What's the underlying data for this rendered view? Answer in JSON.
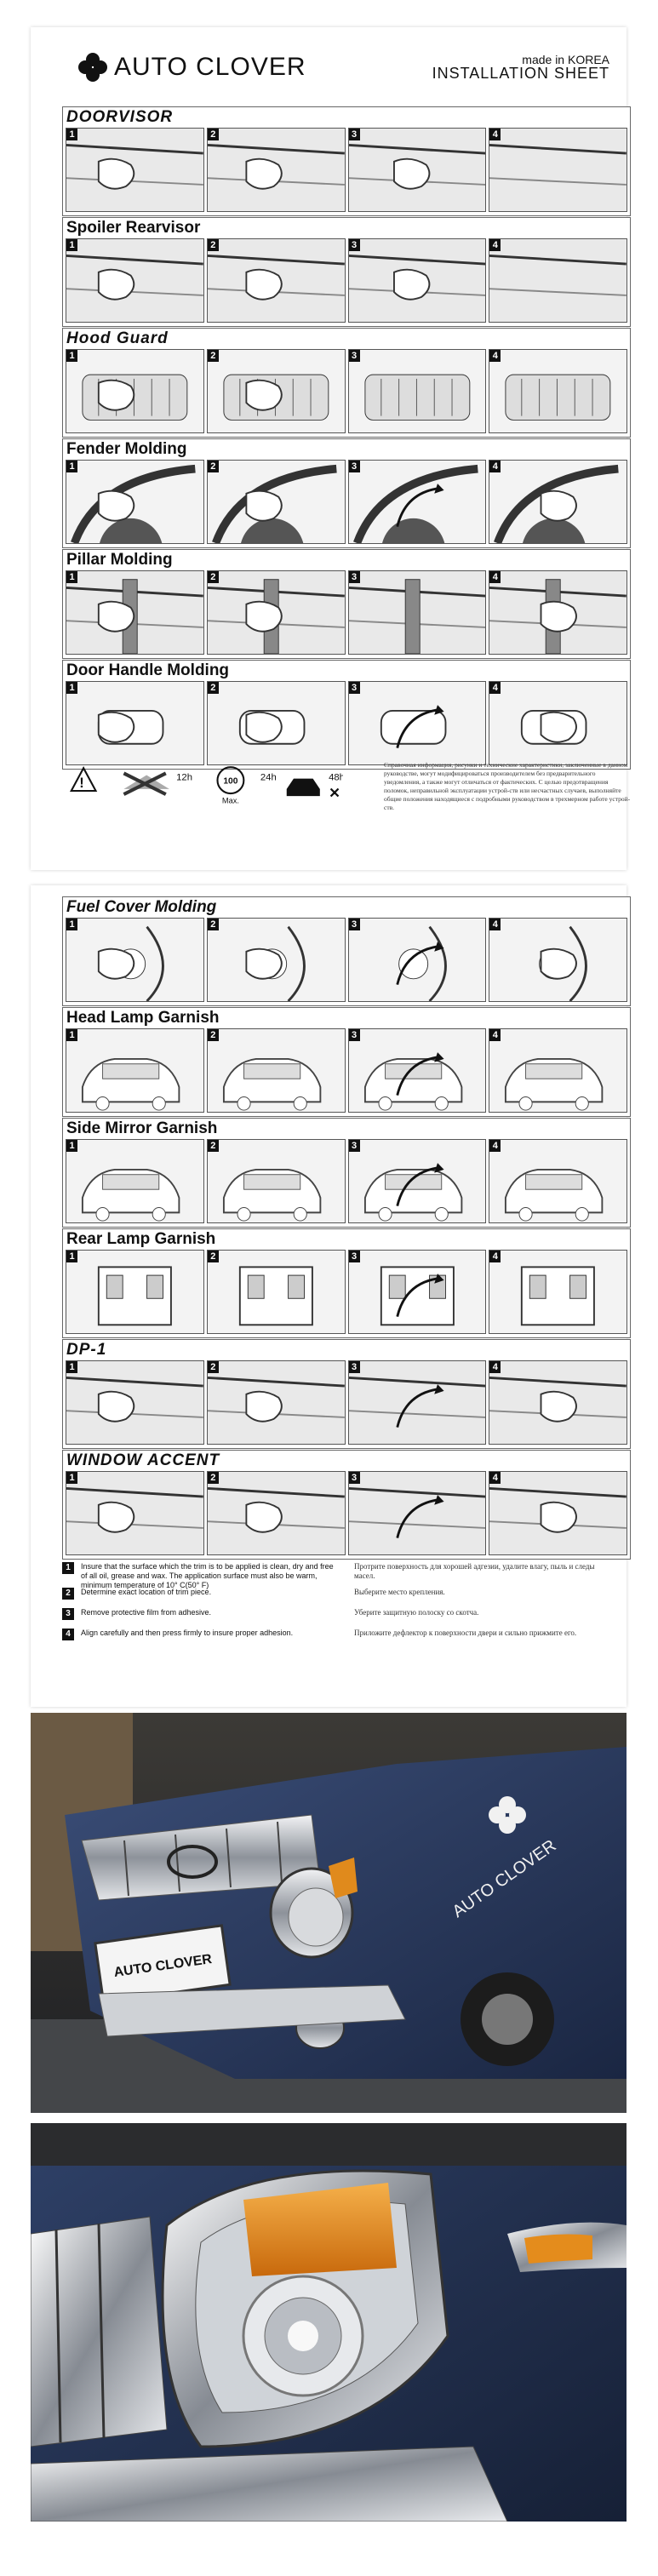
{
  "header": {
    "brand": "AUTO CLOVER",
    "made_in": "made in KOREA",
    "sheet_title": "INSTALLATION SHEET"
  },
  "sheet1": {
    "sections": [
      {
        "title": "DOORVISOR",
        "steps": [
          "1",
          "2",
          "3",
          "4"
        ]
      },
      {
        "title": "Spoiler Rearvisor",
        "steps": [
          "1",
          "2",
          "3",
          "4"
        ]
      },
      {
        "title": "Hood Guard",
        "steps": [
          "1",
          "2",
          "3",
          "4"
        ]
      },
      {
        "title": "Fender Molding",
        "steps": [
          "1",
          "2",
          "3",
          "4"
        ]
      },
      {
        "title": "Pillar Molding",
        "steps": [
          "1",
          "2",
          "3",
          "4"
        ]
      },
      {
        "title": "Door Handle Molding",
        "steps": [
          "1",
          "2",
          "3",
          "4"
        ]
      }
    ],
    "warnings": {
      "time1": "12h",
      "time2": "24h",
      "time3": "48h",
      "max_label": "Max.",
      "speed": "100"
    },
    "ru_text": "Справочная информация, рисунки и технические характеристики, заключенные в данном руководстве, могут модифицироваться производителем без предварительного уведомления, а также могут отличаться от фактических. С целью предотвращения поломок, неправильной эксплуатации устрой-ств или несчастных случаев, выполняйте общие положения находящиеся с подробными руководством в трехмерном работе устрой-ств."
  },
  "sheet2": {
    "sections": [
      {
        "title": "Fuel Cover Molding",
        "steps": [
          "1",
          "2",
          "3",
          "4"
        ]
      },
      {
        "title": "Head Lamp Garnish",
        "steps": [
          "1",
          "2",
          "3",
          "4"
        ]
      },
      {
        "title": "Side Mirror Garnish",
        "steps": [
          "1",
          "2",
          "3",
          "4"
        ]
      },
      {
        "title": "Rear Lamp Garnish",
        "steps": [
          "1",
          "2",
          "3",
          "4"
        ]
      },
      {
        "title": "DP-1",
        "steps": [
          "1",
          "2",
          "3",
          "4"
        ]
      },
      {
        "title": "WINDOW ACCENT",
        "steps": [
          "1",
          "2",
          "3",
          "4"
        ]
      }
    ],
    "instructions": [
      {
        "num": "1",
        "en": "Insure that the surface which the trim is to be applied is clean, dry and free of all oil, grease and wax. The application surface must also be warm, minimum temperature of 10° C(50° F)",
        "ru": "Протрите поверхность для хорошей адгезии, удалите влагу, пыль и следы масел."
      },
      {
        "num": "2",
        "en": "Determine exact location of trim piece.",
        "ru": "Выберите место крепления."
      },
      {
        "num": "3",
        "en": "Remove protective film from adhesive.",
        "ru": "Уберите защитную полоску со скотча."
      },
      {
        "num": "4",
        "en": "Align carefully and then press firmly to insure proper adhesion.",
        "ru": "Приложите дефлектор к поверхности двери и сильно прижмите его."
      }
    ]
  },
  "photos": {
    "truck_side_text": "AUTO CLOVER",
    "plate_text": "AUTO CLOVER"
  },
  "colors": {
    "truck_blue": "#2b3a5a",
    "chrome": "#c9ccd1",
    "headlamp_orange": "#e08a1c"
  }
}
